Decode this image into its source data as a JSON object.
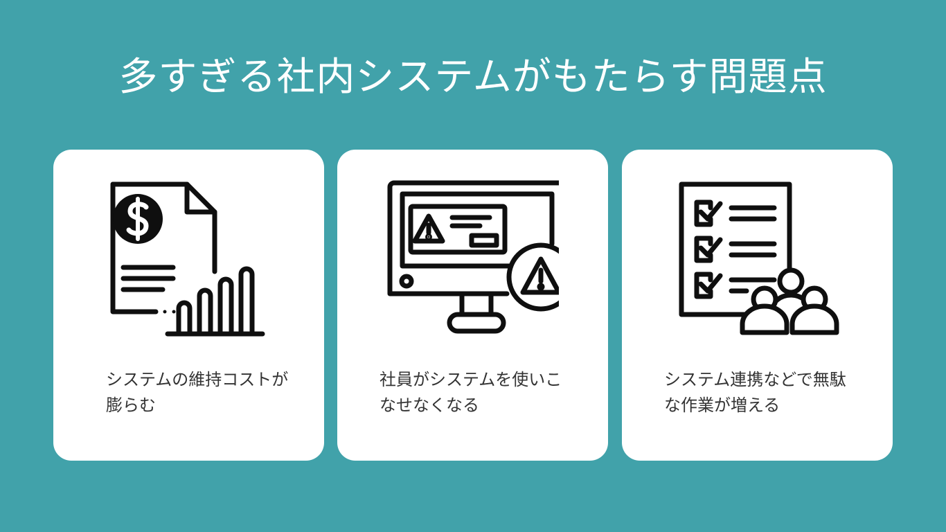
{
  "title": "多すぎる社内システムがもたらす問題点",
  "colors": {
    "background": "#41a2aa",
    "card": "#ffffff",
    "icon": "#0f0f0f",
    "text": "#333333"
  },
  "cards": [
    {
      "icon": "cost-report-chart-icon",
      "caption": "システムの維持コストが膨らむ"
    },
    {
      "icon": "monitor-warning-icon",
      "caption": "社員がシステムを使いこなせなくなる"
    },
    {
      "icon": "checklist-team-icon",
      "caption": "システム連携などで無駄な作業が増える"
    }
  ]
}
